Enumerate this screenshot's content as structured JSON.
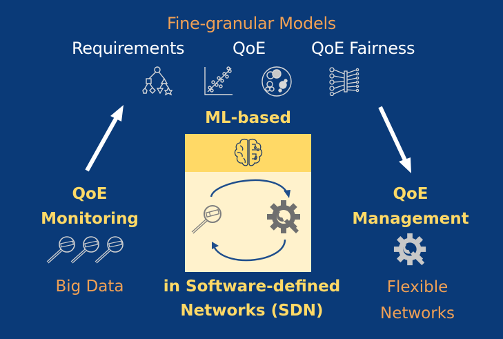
{
  "header": {
    "title": "Fine-granular Models",
    "models": [
      {
        "label": "Requirements",
        "icon": "decision-tree-icon"
      },
      {
        "label": "QoE",
        "icon": "scatter-plot-icon"
      },
      {
        "label": "QoE Fairness",
        "icon": "neural-network-icon"
      }
    ],
    "extra_icon": "cluster-icon"
  },
  "center": {
    "title": "ML-based",
    "band_icon": "brain-icon",
    "cycle_icons": [
      "magnifier-icon",
      "gear-wrench-icon"
    ],
    "caption_line1": "in Software-defined",
    "caption_line2": "Networks (SDN)"
  },
  "left": {
    "title_line1": "QoE",
    "title_line2": "Monitoring",
    "icon": "magnifiers-icon",
    "subtitle": "Big Data"
  },
  "right": {
    "title_line1": "QoE",
    "title_line2": "Management",
    "icon": "gear-wrench-icon",
    "subtitle_line1": "Flexible",
    "subtitle_line2": "Networks"
  },
  "colors": {
    "background": "#0a3a78",
    "accent_orange": "#f0a055",
    "accent_yellow": "#ffd966",
    "box_light": "#fff2cc",
    "cycle_arrow": "#1f4e8c"
  }
}
